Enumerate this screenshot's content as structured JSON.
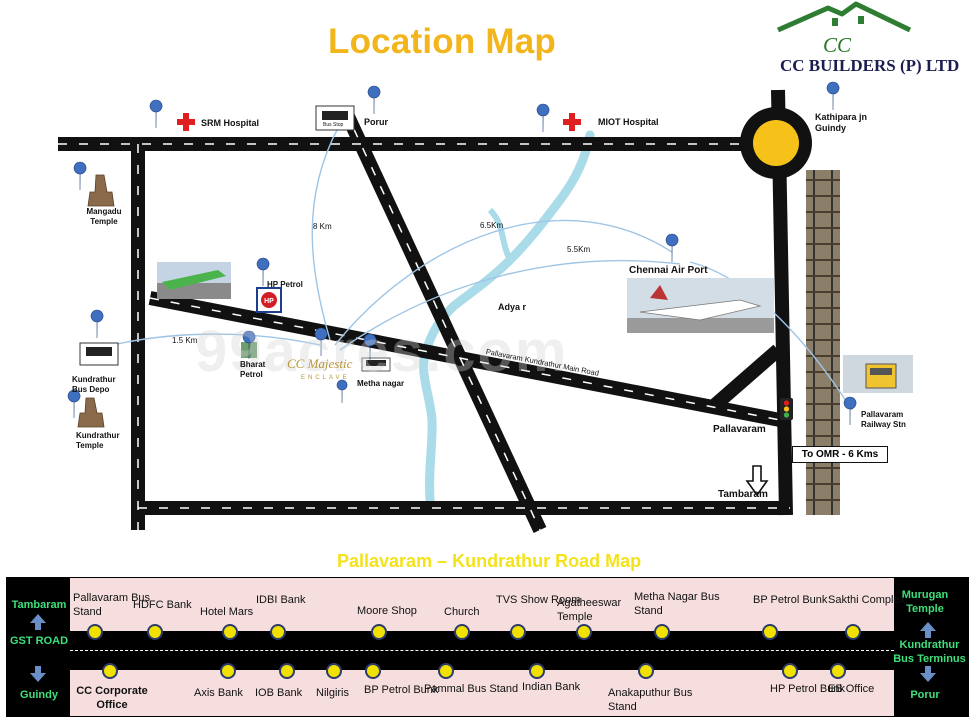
{
  "map_title": "Location Map",
  "brand": {
    "logo_text": "CC",
    "name": "CC BUILDERS (P) LTD"
  },
  "watermark": "99acres.com",
  "places": {
    "srm_hospital": "SRM Hospital",
    "porur": "Porur",
    "bus_stop": "Bus Stop",
    "miot_hospital": "MIOT Hospital",
    "kathipara": "Kathipara jn Guindy",
    "mangadu": "Mangadu Temple",
    "hp_petrol": "HP Petrol",
    "chennai_airport": "Chennai Air Port",
    "adyar": "Adya r",
    "kundrathur_bus_depo": "Kundrathur Bus Depo",
    "bharat_petrol": "Bharat Petrol",
    "cc_majestic": "CC Majestic",
    "enclave": "ENCLAVE",
    "metha_nagar": "Metha nagar",
    "kundrathur_temple": "Kundrathur Temple",
    "main_road": "Pallavaram Kundrathur Main Road",
    "pallavaram": "Pallavaram",
    "pallavaram_railway": "Pallavaram Railway Stn",
    "to_omr": "To OMR - 6 Kms",
    "tambaram": "Tambaram"
  },
  "distances": {
    "porur": "8 Km",
    "airport_1": "6.5Km",
    "airport_2": "5.5Km",
    "bus_depo": "1.5 Km"
  },
  "road_map": {
    "title": "Pallavaram – Kundrathur Road Map",
    "left_side": {
      "top": "Tambaram",
      "mid": "GST ROAD",
      "bottom": "Guindy"
    },
    "right_side": {
      "top": "Murugan Temple",
      "mid": "Kundrathur Bus Terminus",
      "bottom": "Porur"
    },
    "top_stops": [
      "Pallavaram Bus Stand",
      "HDFC Bank",
      "Hotel Mars",
      "IDBI Bank",
      "Moore Shop",
      "Church",
      "TVS Show Room",
      "Agatheeswar Temple",
      "Metha Nagar Bus Stand",
      "BP Petrol Bunk",
      "Sakthi Complex"
    ],
    "bottom_stops": [
      "CC Corporate Office",
      "Axis Bank",
      "IOB Bank",
      "Nilgiris",
      "BP Petrol Bunk",
      "Pammal Bus Stand",
      "Indian Bank",
      "Anakaputhur Bus Stand",
      "HP Petrol Bunk",
      "EB Office"
    ]
  },
  "icons": [
    "map-pin-icon",
    "hospital-cross-icon",
    "bus-stop-icon",
    "temple-icon",
    "hp-logo-icon",
    "traffic-light-icon",
    "arrow-down-icon",
    "arrow-up-icon"
  ],
  "colors": {
    "title": "#f2b51b",
    "subtitle": "#f4e21b",
    "road": "#111111",
    "river": "#a9dbe9",
    "roundabout": "#f6c21a",
    "pin": "#3f6fbf",
    "strip_bg": "#f6dede",
    "stop_dot": "#f1e100",
    "side_text": "#3ee07a",
    "hospital": "#e02020"
  }
}
